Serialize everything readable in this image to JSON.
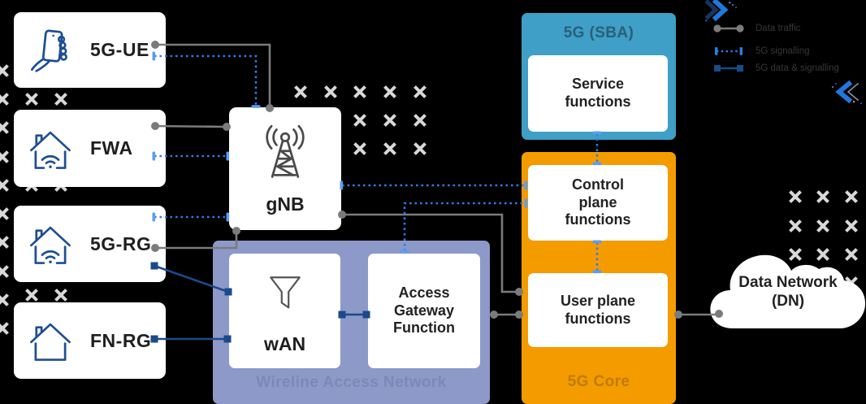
{
  "nodes": {
    "ue": {
      "label": "5G-UE"
    },
    "fwa": {
      "label": "FWA"
    },
    "rg": {
      "label": "5G-RG"
    },
    "fnrg": {
      "label": "FN-RG"
    },
    "gnb": {
      "label": "gNB"
    },
    "wan": {
      "label": "wAN"
    },
    "agf": {
      "label": "Access Gateway Function"
    },
    "service": {
      "label": "Service functions"
    },
    "control": {
      "label": "Control plane functions"
    },
    "user": {
      "label": "User plane functions"
    },
    "dn": {
      "label": "Data Network (DN)"
    }
  },
  "containers": {
    "sba": {
      "label": "5G (SBA)"
    },
    "core": {
      "label": "5G Core"
    },
    "wireline": {
      "label": "Wireline Access Network"
    }
  },
  "legend": {
    "items": [
      {
        "label": "Data traffic",
        "type": "data-gray-solid"
      },
      {
        "label": "5G signalling",
        "type": "signalling-blue-dotted"
      },
      {
        "label": "5G data & signalling",
        "type": "wireline-navy-solid"
      }
    ]
  },
  "colors": {
    "background": "#000000",
    "sba_fill": "#3f9fc6",
    "core_fill": "#f49b00",
    "wireline_fill": "#8d99c9",
    "data_line": "#7b7b7b",
    "signalling_line": "#2e7ce2",
    "signalling_endpoint": "#5d9cf5",
    "wireline_line": "#1a4a8a",
    "icon_navy": "#1d4e94",
    "cross_mark": "#d8d8d8"
  }
}
